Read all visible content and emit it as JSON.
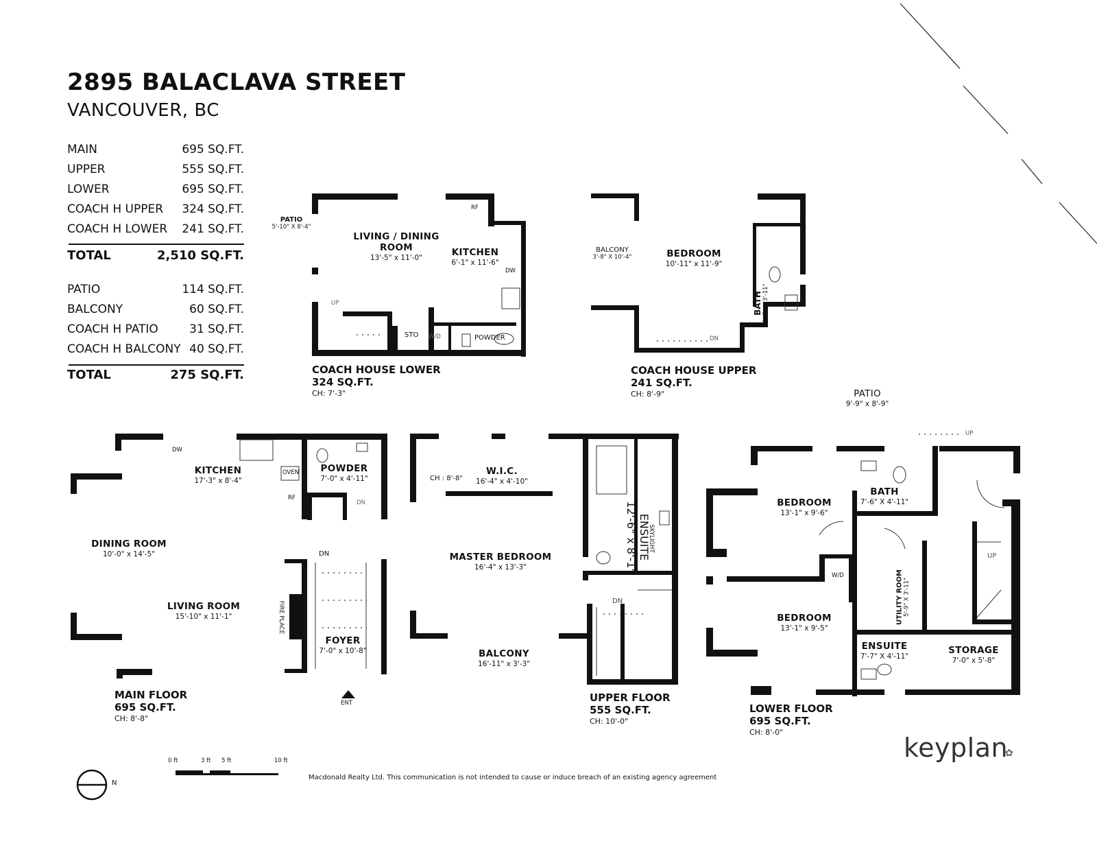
{
  "header": {
    "title": "2895 BALACLAVA STREET",
    "subtitle": "VANCOUVER, BC"
  },
  "areas": {
    "interior": [
      {
        "name": "MAIN",
        "value": "695 SQ.FT."
      },
      {
        "name": "UPPER",
        "value": "555 SQ.FT."
      },
      {
        "name": "LOWER",
        "value": "695 SQ.FT."
      },
      {
        "name": "COACH H UPPER",
        "value": "324 SQ.FT."
      },
      {
        "name": "COACH H LOWER",
        "value": "241 SQ.FT."
      }
    ],
    "interior_total": {
      "name": "TOTAL",
      "value": "2,510 SQ.FT."
    },
    "exterior": [
      {
        "name": "PATIO",
        "value": "114 SQ.FT."
      },
      {
        "name": "BALCONY",
        "value": "60 SQ.FT."
      },
      {
        "name": "COACH H PATIO",
        "value": "31 SQ.FT."
      },
      {
        "name": "COACH H BALCONY",
        "value": "40 SQ.FT."
      }
    ],
    "exterior_total": {
      "name": "TOTAL",
      "value": "275 SQ.FT."
    }
  },
  "coach_lower": {
    "patio": {
      "name": "PATIO",
      "dims": "5'-10\" X 8'-4\""
    },
    "living": {
      "name1": "LIVING / DINING",
      "name2": "ROOM",
      "dims": "13'-5\"  x  11'-0\""
    },
    "kitchen": {
      "name": "KITCHEN",
      "dims": "6'-1\" x 11'-6\""
    },
    "labels": {
      "rf": "RF",
      "dw": "DW",
      "up": "UP",
      "sto": "STO",
      "wd": "W/D",
      "powder": "POWDER"
    },
    "footer": {
      "name": "COACH HOUSE LOWER",
      "area": "324 SQ.FT.",
      "ch": "CH: 7'-3\""
    }
  },
  "coach_upper": {
    "balcony": {
      "name": "BALCONY",
      "dims": "3'-8\" X 10'-4\""
    },
    "bedroom": {
      "name": "BEDROOM",
      "dims": "10'-11\"  x  11'-9\""
    },
    "bath": {
      "name": "BATH",
      "dims": "8'-7\" X 3'-11\""
    },
    "labels": {
      "dn": "DN"
    },
    "footer": {
      "name": "COACH HOUSE UPPER",
      "area": "241 SQ.FT.",
      "ch": "CH: 8'-9\""
    }
  },
  "main_floor": {
    "kitchen": {
      "name": "KITCHEN",
      "dims": "17'-3\"  x  8'-4\""
    },
    "powder": {
      "name": "POWDER",
      "dims": "7'-0\"  x  4'-11\""
    },
    "dining": {
      "name": "DINING ROOM",
      "dims": "10'-0\"  x  14'-5\""
    },
    "living": {
      "name": "LIVING ROOM",
      "dims": "15'-10\"  x  11'-1\""
    },
    "foyer": {
      "name": "FOYER",
      "dims": "7'-0\"  x  10'-8\""
    },
    "labels": {
      "dw": "DW",
      "oven": "OVEN",
      "rf": "RF",
      "dn1": "DN",
      "dn2": "DN",
      "fireplace": "FIRE PLACE",
      "ent": "ENT"
    },
    "footer": {
      "name": "MAIN FLOOR",
      "area": "695 SQ.FT.",
      "ch": "CH: 8'-8\""
    }
  },
  "upper_floor": {
    "wic": {
      "name": "W.I.C.",
      "dims": "16'-4\"  x  4'-10\""
    },
    "ch_label": "CH : 8'-8\"",
    "master": {
      "name": "MASTER BEDROOM",
      "dims": "16'-4\"  x  13'-3\""
    },
    "balcony": {
      "name": "BALCONY",
      "dims": "16'-11\"  x  3'-3\""
    },
    "ensuite": {
      "name": "ENSUITE",
      "dims": "12'-6\" x 8'-1\"",
      "skylight": "SKYLIGHT"
    },
    "labels": {
      "dn": "DN"
    },
    "footer": {
      "name": "UPPER FLOOR",
      "area": "555 SQ.FT.",
      "ch": "CH: 10'-0\""
    }
  },
  "lower_floor": {
    "patio": {
      "name": "PATIO",
      "dims": "9'-9\"  x  8'-9\""
    },
    "bedroom1": {
      "name": "BEDROOM",
      "dims": "13'-1\"  x  9'-6\""
    },
    "bath": {
      "name": "BATH",
      "dims": "7'-6\" X 4'-11\""
    },
    "bedroom2": {
      "name": "BEDROOM",
      "dims": "13'-1\"  x  9'-5\""
    },
    "utility": {
      "name": "UTILITY ROOM",
      "dims": "5'-9\" X 3'-11\""
    },
    "ensuite": {
      "name": "ENSUITE",
      "dims": "7'-7\" X 4'-11\""
    },
    "storage": {
      "name": "STORAGE",
      "dims": "7'-0\"  x  5'-8\""
    },
    "labels": {
      "up1": "UP",
      "up2": "UP",
      "wd": "W/D"
    },
    "footer": {
      "name": "LOWER FLOOR",
      "area": "695 SQ.FT.",
      "ch": "CH: 8'-0\""
    }
  },
  "scale": {
    "ticks": [
      "0 ft",
      "3 ft",
      "5 ft",
      "10 ft"
    ]
  },
  "compass": {
    "label": "N"
  },
  "brand": {
    "logo": "keyplan"
  },
  "footer": {
    "disclaimer": "Macdonald Realty Ltd.  This communication is not intended to cause or induce breach of an existing agency agreement"
  }
}
